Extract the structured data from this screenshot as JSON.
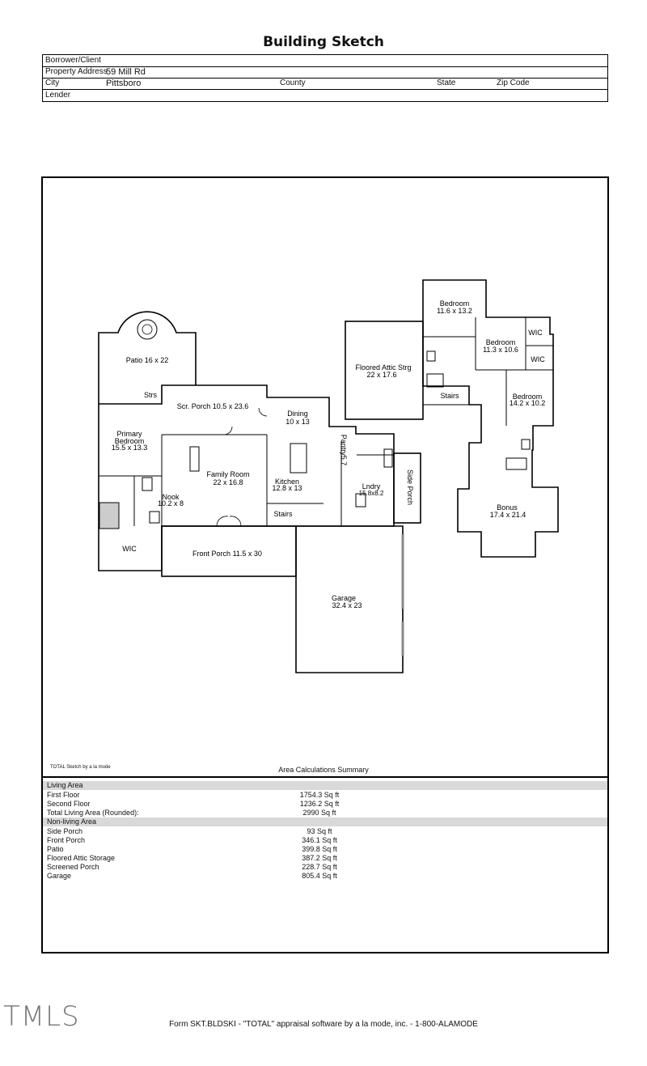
{
  "header": {
    "title": "Building Sketch",
    "borrower_label": "Borrower/Client",
    "property_label": "Property Address",
    "property_value": "59 Mill Rd",
    "city_label": "City",
    "city_value": "Pittsboro",
    "county_label": "County",
    "state_label": "State",
    "zip_label": "Zip Code",
    "lender_label": "Lender"
  },
  "rooms": {
    "patio": "Patio 16 x 22",
    "strs": "Strs",
    "scr_porch": "Scr. Porch 10.5 x 23.6",
    "dining_name": "Dining",
    "dining_dim": "10 x 13",
    "primary_name": "Primary",
    "primary_name2": "Bedroom",
    "primary_dim": "15.5 x 13.3",
    "family_name": "Family Room",
    "family_dim": "22 x 16.8",
    "kitchen_name": "Kitchen",
    "kitchen_dim": "12.8 x 13",
    "pantry": "Pantry5.7",
    "lndry_name": "Lndry",
    "lndry_dim": "15.8x8.2",
    "side_porch": "Side Porch",
    "nook_name": "Nook",
    "nook_dim": "10.2 x 8",
    "stairs_main": "Stairs",
    "wic_main": "WIC",
    "front_porch": "Front Porch 11.5 x 30",
    "garage_name": "Garage",
    "garage_dim": "32.4 x 23",
    "attic_name": "Floored Attic Strg",
    "attic_dim": "22 x 17.6",
    "bed1_name": "Bedroom",
    "bed1_dim": "11.6 x 13.2",
    "bed2_name": "Bedroom",
    "bed2_dim": "11.3 x 10.6",
    "wic_a": "WIC",
    "wic_b": "WIC",
    "stairs_up": "Stairs",
    "bed3_name": "Bedroom",
    "bed3_dim": "14.2 x 10.2",
    "bonus_name": "Bonus",
    "bonus_dim": "17.4 x 21.4"
  },
  "summary": {
    "credit": "TOTAL Sketch by a la mode",
    "title": "Area Calculations Summary",
    "living_header": "Living Area",
    "living": [
      {
        "name": "First Floor",
        "value": "1754.3 Sq ft"
      },
      {
        "name": "Second Floor",
        "value": "1236.2 Sq ft"
      },
      {
        "name": "Total Living Area (Rounded):",
        "value": "2990 Sq ft"
      }
    ],
    "nonliving_header": "Non-living Area",
    "nonliving": [
      {
        "name": "Side Porch",
        "value": "93 Sq ft"
      },
      {
        "name": "Front Porch",
        "value": "346.1 Sq ft"
      },
      {
        "name": "Patio",
        "value": "399.8 Sq ft"
      },
      {
        "name": "Floored Attic Storage",
        "value": "387.2 Sq ft"
      },
      {
        "name": "Screened Porch",
        "value": "228.7 Sq ft"
      },
      {
        "name": "Garage",
        "value": "805.4 Sq ft"
      }
    ]
  },
  "footer": {
    "text": "Form SKT.BLDSKI - \"TOTAL\" appraisal software by a la mode, inc. - 1-800-ALAMODE",
    "logo": "TMLS"
  }
}
